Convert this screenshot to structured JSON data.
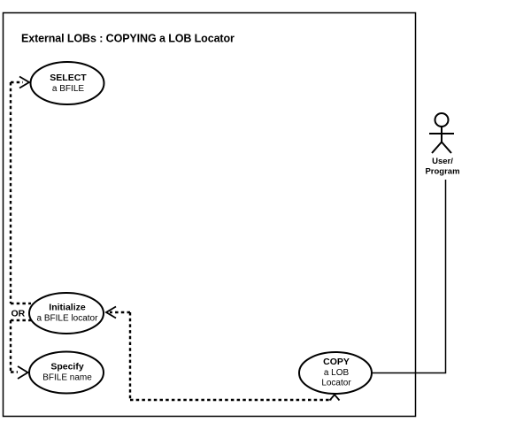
{
  "diagram": {
    "title": "External LOBs : COPYING a LOB Locator",
    "or_label": "OR",
    "actor": {
      "lines": [
        "User/",
        "Program"
      ]
    },
    "use_cases": [
      {
        "name": "select-a-bfile",
        "lines": [
          "SELECT",
          "a BFILE"
        ]
      },
      {
        "name": "initialize-a-bfile-locator",
        "lines": [
          "Initialize",
          "a BFILE locator"
        ]
      },
      {
        "name": "specify-bfile-name",
        "lines": [
          "Specify",
          "BFILE name"
        ]
      },
      {
        "name": "copy-a-lob-locator",
        "lines": [
          "COPY",
          "a LOB",
          "Locator"
        ]
      }
    ],
    "colors": {
      "ink": "#000000",
      "background": "#ffffff"
    }
  }
}
